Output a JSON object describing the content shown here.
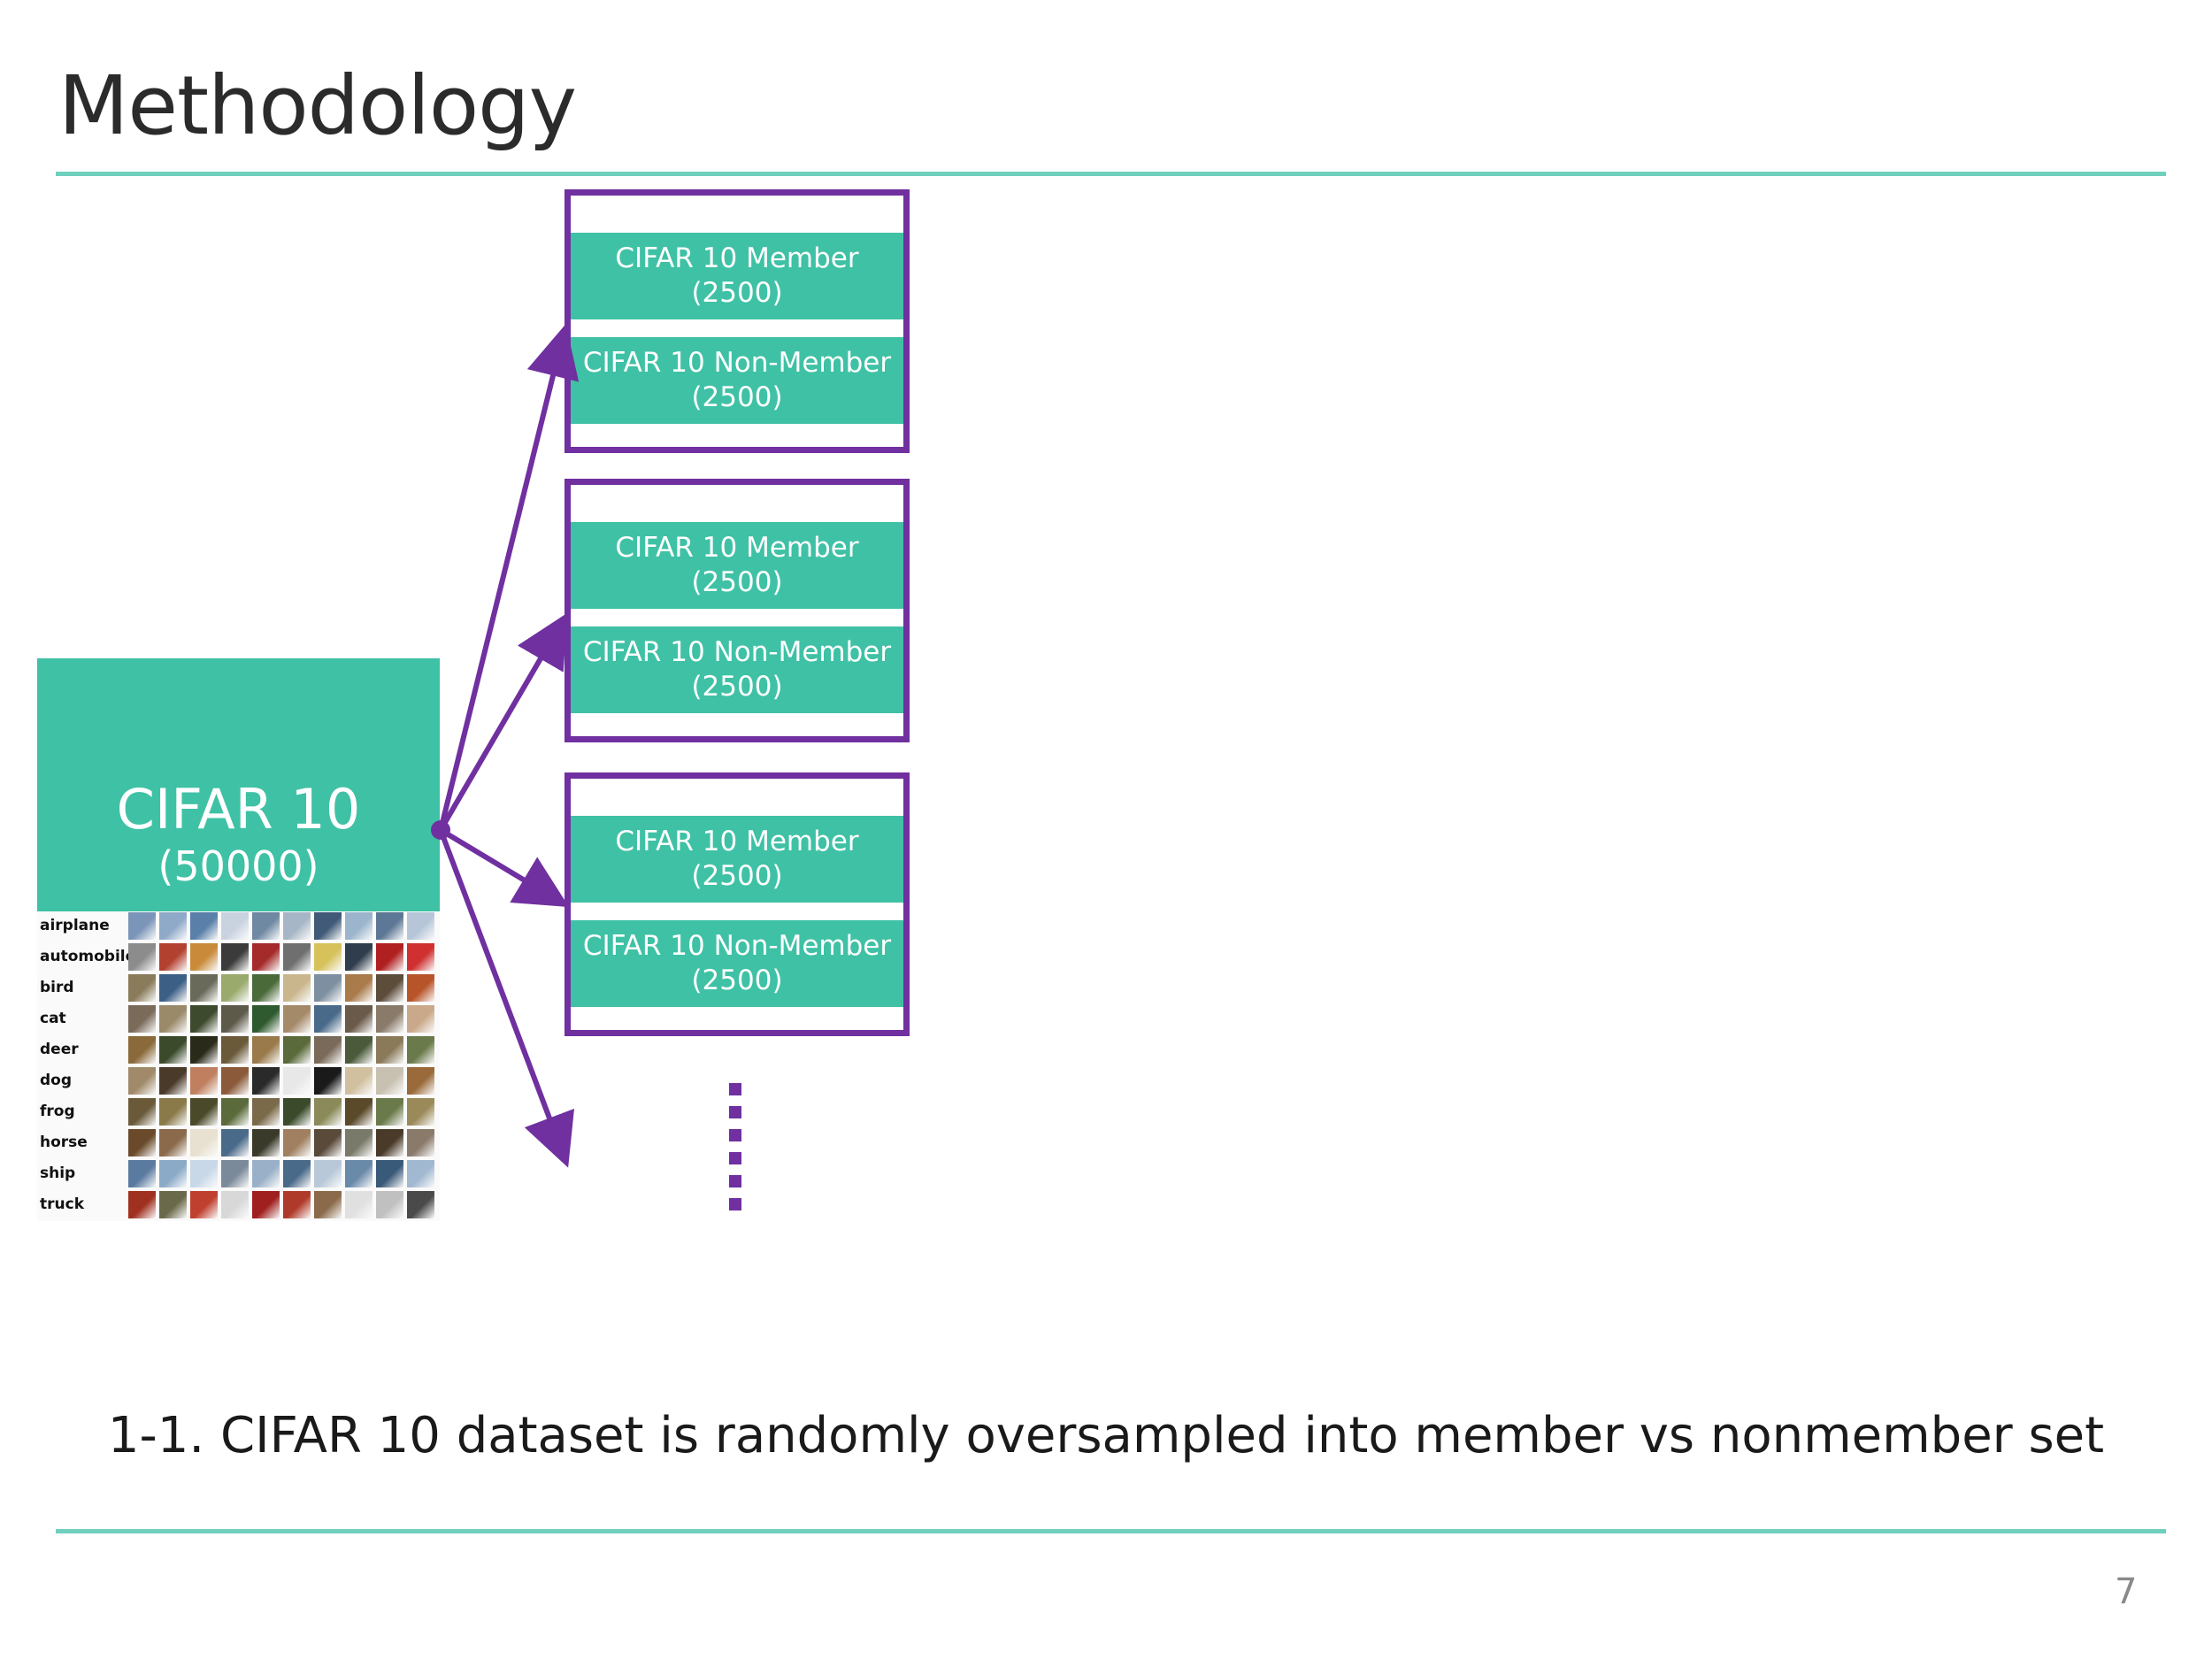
{
  "slide": {
    "title": "Methodology",
    "page_number": "7",
    "caption": "1-1. CIFAR 10 dataset is randomly oversampled into member vs nonmember set"
  },
  "dataset": {
    "name": "CIFAR 10",
    "count": "(50000)",
    "classes": [
      "airplane",
      "automobile",
      "bird",
      "cat",
      "deer",
      "dog",
      "frog",
      "horse",
      "ship",
      "truck"
    ],
    "class_colors": [
      [
        "#7b95b8",
        "#8fa9c8",
        "#5a7fa8",
        "#c9d3e0",
        "#6f89a3",
        "#a7b6c6",
        "#405a78",
        "#9cb5cc",
        "#5d7896",
        "#b6c6d8"
      ],
      [
        "#8c8c8c",
        "#b3412f",
        "#c98b3a",
        "#3b3b3b",
        "#a52a2a",
        "#6f6f6f",
        "#d6c15a",
        "#2f3d4c",
        "#b02020",
        "#d03030"
      ],
      [
        "#8a7b5a",
        "#3c5f86",
        "#6a6a5a",
        "#9aa96c",
        "#4a6a3a",
        "#c9b68c",
        "#7d8fa0",
        "#a97a4a",
        "#5c4c3a",
        "#b8542a"
      ],
      [
        "#7a6a5a",
        "#9a8a6a",
        "#3e4a2e",
        "#5d5a4a",
        "#2f5a2f",
        "#a58a6a",
        "#4a6a8a",
        "#6a5a4a",
        "#8a7a6a",
        "#c9a98a"
      ],
      [
        "#8a6a3a",
        "#3a4a2a",
        "#2a2a1a",
        "#6a5a3a",
        "#9a7a4a",
        "#5a6a3a",
        "#7a6a5a",
        "#4a5a3a",
        "#8a7a5a",
        "#6a7a4a"
      ],
      [
        "#a08a6a",
        "#4a3a2a",
        "#c08060",
        "#8a5a3a",
        "#2a2a2a",
        "#e8e8e8",
        "#1a1a1a",
        "#d0c0a0",
        "#c8c0b0",
        "#9a6a3a"
      ],
      [
        "#6a5a3a",
        "#8a7a4a",
        "#4a4a2a",
        "#5a6a3a",
        "#7a6a4a",
        "#3a4a2a",
        "#8a8a5a",
        "#5a4a2a",
        "#6a7a4a",
        "#9a8a5a"
      ],
      [
        "#6a4a2a",
        "#8a6a4a",
        "#e8e0d0",
        "#4a6a8a",
        "#3a3a2a",
        "#a08060",
        "#5a4a3a",
        "#7a7a6a",
        "#4a3a2a",
        "#8a7a6a"
      ],
      [
        "#5a7aa0",
        "#8aaac8",
        "#c8d8e8",
        "#7a8a9a",
        "#9ab0c8",
        "#4a6a8a",
        "#b8c8d8",
        "#6a8aaa",
        "#3a5a7a",
        "#a0b8d0"
      ],
      [
        "#a03020",
        "#6a6a4a",
        "#c04030",
        "#d8d8d8",
        "#a02020",
        "#b03a2a",
        "#8a6a4a",
        "#e0e0e0",
        "#c0c0c0",
        "#4a4a4a"
      ]
    ]
  },
  "sets": [
    {
      "member_label": "CIFAR 10 Member",
      "member_count": "(2500)",
      "nonmember_label": "CIFAR 10 Non-Member",
      "nonmember_count": "(2500)"
    },
    {
      "member_label": "CIFAR 10 Member",
      "member_count": "(2500)",
      "nonmember_label": "CIFAR 10 Non-Member",
      "nonmember_count": "(2500)"
    },
    {
      "member_label": "CIFAR 10 Member",
      "member_count": "(2500)",
      "nonmember_label": "CIFAR 10 Non-Member",
      "nonmember_count": "(2500)"
    }
  ],
  "colors": {
    "accent": "#3fc1a5",
    "rule": "#6fd0bd",
    "arrow": "#7030a0"
  }
}
